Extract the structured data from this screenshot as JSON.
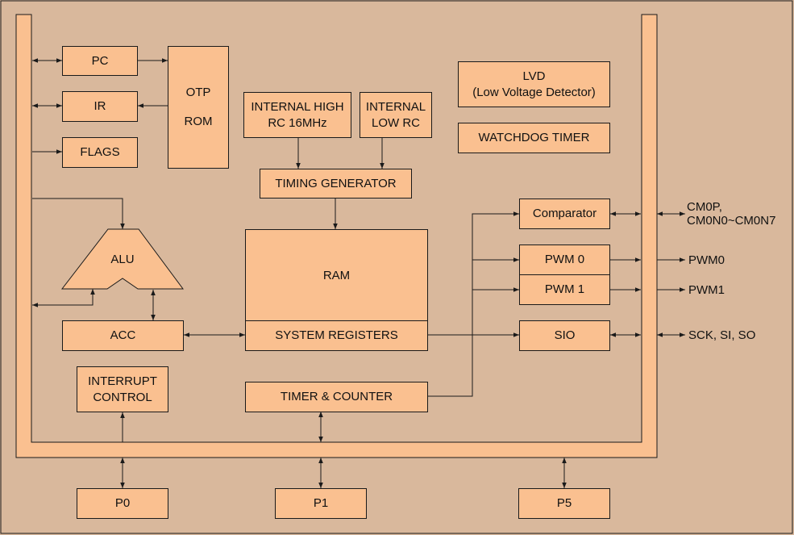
{
  "colors": {
    "background": "#d9b89c",
    "block_fill": "#fac090",
    "outline": "#1a1a1a"
  },
  "blocks": {
    "pc": "PC",
    "ir": "IR",
    "flags": "FLAGS",
    "otp_rom": "OTP\nROM",
    "internal_high_rc": "INTERNAL HIGH\nRC 16MHz",
    "internal_low_rc": "INTERNAL\nLOW RC",
    "lvd": "LVD\n(Low Voltage Detector)",
    "watchdog_timer": "WATCHDOG TIMER",
    "timing_generator": "TIMING GENERATOR",
    "alu": "ALU",
    "ram": "RAM",
    "system_registers": "SYSTEM REGISTERS",
    "acc": "ACC",
    "comparator": "Comparator",
    "pwm0": "PWM 0",
    "pwm1": "PWM 1",
    "sio": "SIO",
    "interrupt_control": "INTERRUPT\nCONTROL",
    "timer_counter": "TIMER & COUNTER",
    "p0": "P0",
    "p1": "P1",
    "p5": "P5"
  },
  "signals": {
    "cm": "CM0P,\nCM0N0~CM0N7",
    "pwm0": "PWM0",
    "pwm1": "PWM1",
    "sio": "SCK, SI, SO"
  }
}
